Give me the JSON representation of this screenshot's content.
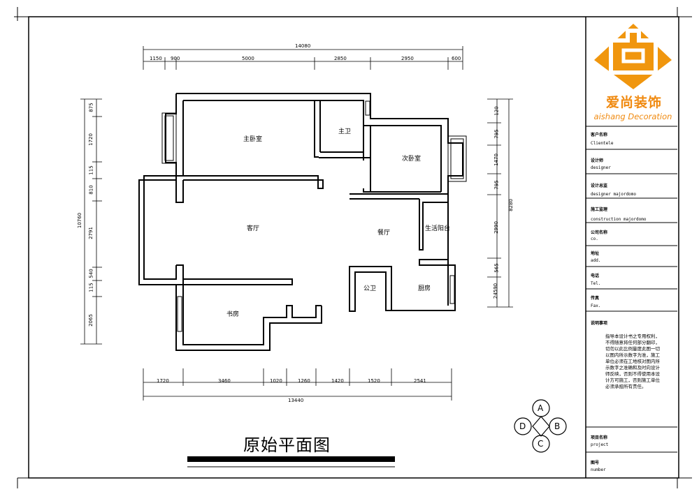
{
  "drawing": {
    "title": "原始平面图",
    "rooms": {
      "master_bedroom": "主卧室",
      "master_bath": "主卫",
      "second_bedroom": "次卧室",
      "living_room": "客厅",
      "dining_room": "餐厅",
      "balcony": "生活阳台",
      "public_bath": "公卫",
      "kitchen": "厨房",
      "study": "书房"
    },
    "dims_top": {
      "total": "14080",
      "segments": [
        "1150",
        "900",
        "5000",
        "2850",
        "2950",
        "600"
      ]
    },
    "dims_bottom": {
      "total": "13440",
      "segments": [
        "1720",
        "3460",
        "1020",
        "1260",
        "1420",
        "1520",
        "2541"
      ]
    },
    "dims_left": {
      "total": "10760",
      "segments": [
        "875",
        "1720",
        "115",
        "810",
        "2791",
        "540",
        "115",
        "2065"
      ]
    },
    "dims_right": {
      "total": "8280",
      "segments": [
        "120",
        "795",
        "1470",
        "795",
        "2990",
        "565",
        "24590"
      ]
    },
    "compass": [
      "A",
      "B",
      "C",
      "D"
    ]
  },
  "title_block": {
    "brand_cn": "爱尚装饰",
    "brand_en": "aishang Decoration",
    "logo_colors": {
      "orange": "#f0960e",
      "white": "#ffffff"
    },
    "fields": [
      {
        "cn": "客户名称",
        "en": "Clientele"
      },
      {
        "cn": "设计师",
        "en": "designer"
      },
      {
        "cn": "设计总监",
        "en": "designer majordomo"
      },
      {
        "cn": "施工监理",
        "en": "construction majordomo"
      },
      {
        "cn": "公司名称",
        "en": "co."
      },
      {
        "cn": "地址",
        "en": "add."
      },
      {
        "cn": "电话",
        "en": "Tel."
      },
      {
        "cn": "传真",
        "en": "Fax."
      },
      {
        "cn": "说明事项",
        "en": ""
      },
      {
        "cn": "项目名称",
        "en": "project"
      },
      {
        "cn": "图号",
        "en": "number"
      }
    ],
    "notes": "指导本设计书之专用权利，不得随意将任何部分翻印，切勿以此比例量度此图一切以图内所示数字为准，施工单位必须在工地核对图内所示数字之准确和及时向设计师反映，否则不得使用本设计方可施工，否则施工单位必须承担所有责任。"
  }
}
